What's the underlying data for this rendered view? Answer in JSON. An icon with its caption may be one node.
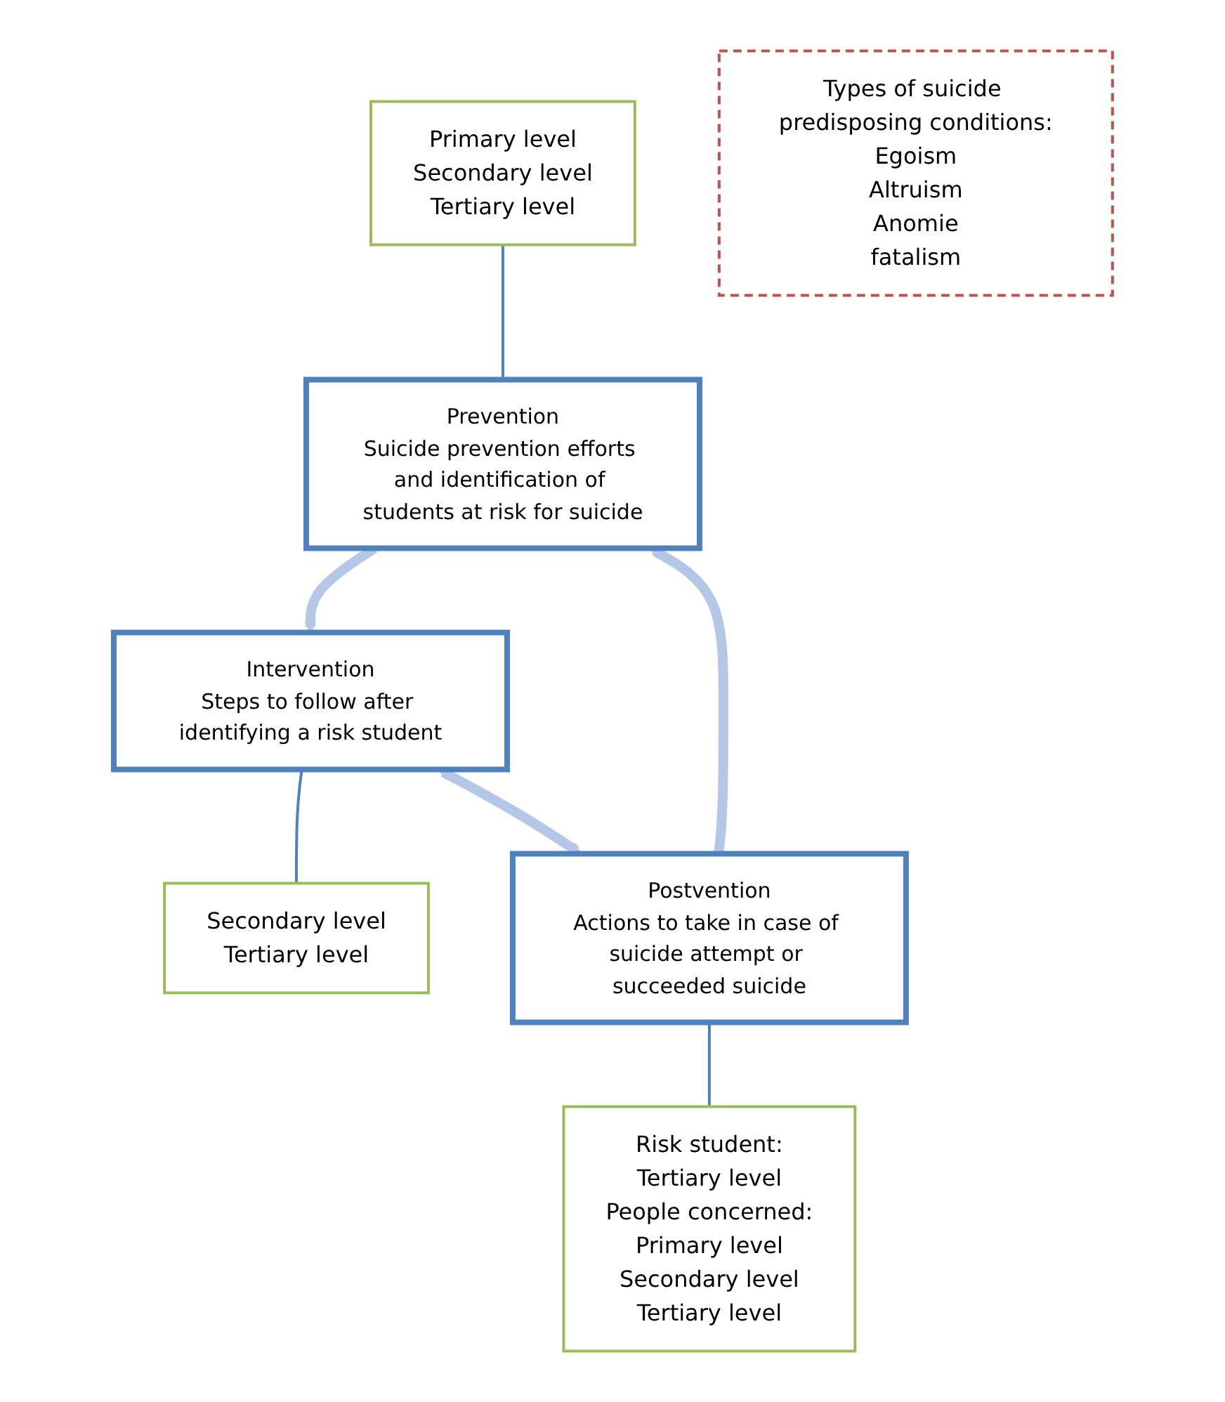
{
  "diagram": {
    "nodes": [
      {
        "text": [
          "Primary level",
          "Secondary level",
          "Tertiary level"
        ]
      },
      {
        "text": [
          "Prevention",
          "Suicide prevention efforts and identification of students at risk for suicide"
        ]
      },
      {
        "text": [
          "Types of suicide predisposing conditions:",
          "Egoism",
          "Altruism",
          "Anomie",
          "fatalism"
        ]
      },
      {
        "text": [
          "Intervention",
          "Steps to follow after identifying a risk student"
        ]
      },
      {
        "text": [
          "Secondary level",
          "Tertiary level"
        ]
      },
      {
        "text": [
          "Postvention",
          "Actions to take in case of suicide attempt or succeeded suicide"
        ]
      },
      {
        "text": [
          "Risk student:",
          "Tertiary level",
          "People concerned:",
          "Primary level",
          "Secondary level",
          "Tertiary level"
        ]
      }
    ],
    "edges": [
      {
        "from": 0,
        "to": 1,
        "arrow": "none",
        "color": "#4f81bd"
      },
      {
        "from": 1,
        "to": 3,
        "arrow": "to",
        "style": "thick",
        "color": "#b4c7e7"
      },
      {
        "from": 3,
        "to": 5,
        "arrow": "both",
        "style": "thick",
        "color": "#b4c7e7"
      },
      {
        "from": 5,
        "to": 1,
        "arrow": "to",
        "style": "thick",
        "color": "#b4c7e7"
      },
      {
        "from": 3,
        "to": 4,
        "arrow": "none",
        "color": "#4f81bd"
      },
      {
        "from": 5,
        "to": 6,
        "arrow": "none",
        "color": "#4f81bd"
      }
    ]
  }
}
